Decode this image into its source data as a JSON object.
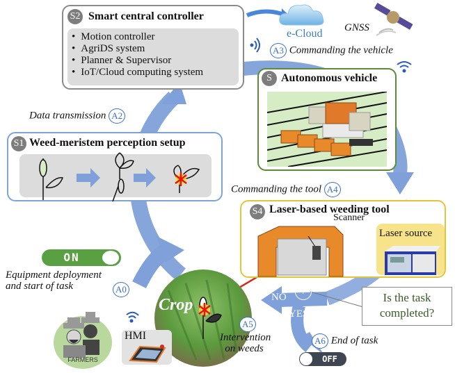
{
  "colors": {
    "flow_arrow": "#7fa0d8",
    "s1_border": "#7ea3d6",
    "s2_border": "#8a8a8a",
    "s3_border": "#5a8a3a",
    "s4_border": "#e6c43a",
    "laser_source_bg": "#f6e38a",
    "action_circle": "#3a6fc2",
    "toggle_on": "#59a043",
    "toggle_off": "#3f4652",
    "laser_beam": "#d62a1a"
  },
  "s2": {
    "badge": "S2",
    "title": "Smart central controller",
    "items": [
      "Motion controller",
      "AgriDS system",
      "Planner & Supervisor",
      "IoT/Cloud computing system"
    ]
  },
  "cloud": {
    "label": "e-Cloud",
    "icon": "cloud-icon"
  },
  "gnss": {
    "label": "GNSS",
    "icon": "satellite-icon"
  },
  "s3": {
    "badge": "S",
    "title": "Autonomous vehicle"
  },
  "s1": {
    "badge": "S1",
    "title": "Weed-meristem perception setup"
  },
  "s4": {
    "badge": "S4",
    "title": "Laser-based weeding tool",
    "scanner_label": "Scanner",
    "laser_source_label": "Laser source"
  },
  "actions": {
    "a0": {
      "id": "A0",
      "text_line1": "Equipment  deployment",
      "text_line2": "and start of task"
    },
    "a2": {
      "id": "A2",
      "text": "Data transmission"
    },
    "a3": {
      "id": "A3",
      "text": "Commanding the vehicle"
    },
    "a4": {
      "id": "A4",
      "text": "Commanding the tool"
    },
    "a5": {
      "id": "A5",
      "text_line1": "Intervention",
      "text_line2": "on weeds"
    },
    "a6": {
      "id": "A6",
      "text": "End of task"
    }
  },
  "decision": {
    "symbol": "?",
    "question_line1": "Is the task",
    "question_line2": "completed?",
    "no_label": "NO",
    "yes_label": "YES"
  },
  "crop": {
    "label": "Crop"
  },
  "toggles": {
    "on_label": "ON",
    "off_label": "OFF"
  },
  "farmers": {
    "label": "FARMERS"
  },
  "hmi": {
    "label": "HMI"
  }
}
